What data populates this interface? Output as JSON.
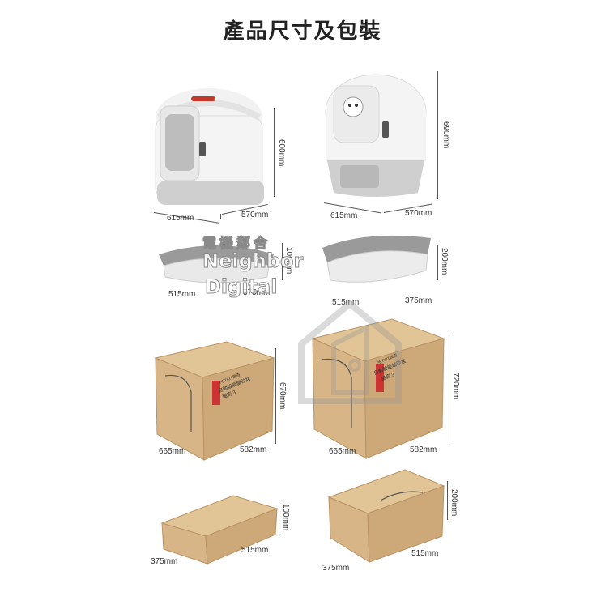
{
  "title": "產品尺寸及包裝",
  "watermark": {
    "line1": "電機鄰舍",
    "line2": "Neighbor",
    "line3": "Digital"
  },
  "product1": {
    "width": "615mm",
    "depth": "570mm",
    "height": "600mm"
  },
  "product2": {
    "width": "615mm",
    "depth": "570mm",
    "height": "690mm"
  },
  "step1": {
    "width": "515mm",
    "depth": "375mm",
    "height": "100mm"
  },
  "step2": {
    "width": "515mm",
    "depth": "375mm",
    "height": "200mm"
  },
  "box1": {
    "width": "665mm",
    "depth": "582mm",
    "height": "670mm",
    "brand": "PETKIT佩奇",
    "name": "自動智能貓砂盆",
    "model": "貓廁 3"
  },
  "box2": {
    "width": "665mm",
    "depth": "582mm",
    "height": "720mm",
    "brand": "PETKIT佩奇",
    "name": "自動智能貓砂盆",
    "model": "貓廁 3"
  },
  "box3": {
    "width": "515mm",
    "depth": "375mm",
    "height": "100mm"
  },
  "box4": {
    "width": "515mm",
    "depth": "375mm",
    "height": "200mm"
  },
  "colors": {
    "cardboard": "#d7b586",
    "cardboard_dark": "#b99366",
    "product_white": "#f4f4f4",
    "product_grey": "#cfcfcf"
  }
}
